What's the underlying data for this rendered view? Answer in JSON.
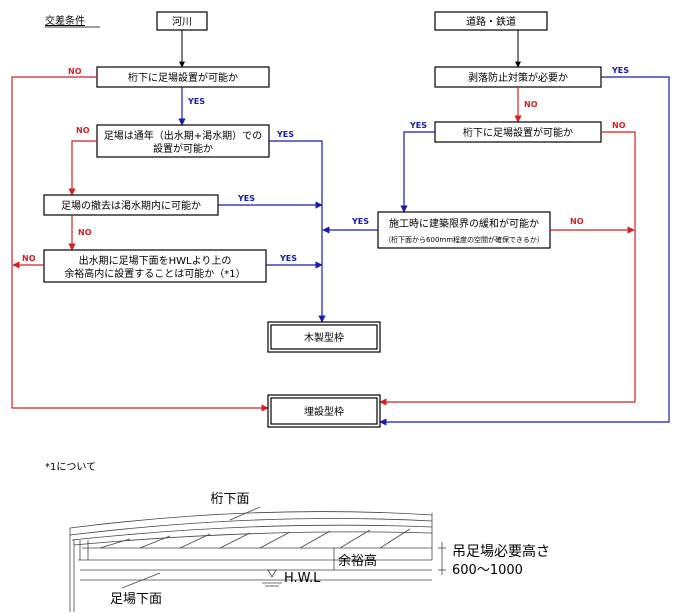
{
  "section_title": "交差条件",
  "start_river": "河川",
  "start_road": "道路・鉄道",
  "boxes": {
    "l1": "桁下に足場設置が可能か",
    "l2_line1": "足場は通年（出水期+渇水期）での",
    "l2_line2": "設置が可能か",
    "l3": "足場の撤去は渇水期内に可能か",
    "l4_line1": "出水期に足場下面をHWLより上の",
    "l4_line2": "余裕高内に設置することは可能か（*1）",
    "r1": "剥落防止対策が必要か",
    "r2": "桁下に足場設置が可能か",
    "r3_line1": "施工時に建築限界の緩和が可能か",
    "r3_line2": "（桁下面から600mm程度の空間が確保できるか）",
    "result_wood": "木製型枠",
    "result_buried": "埋設型枠"
  },
  "labels": {
    "yes": "YES",
    "no": "NO"
  },
  "note_title": "*1について",
  "diagram": {
    "girder_bottom": "桁下面",
    "freeboard": "余裕高",
    "hang_height_line1": "吊足場必要高さ",
    "hang_height_line2": "600～1000",
    "hwl": "H.W.L",
    "scaffold_bottom": "足場下面"
  },
  "colors": {
    "no_arrow": "#d42020",
    "yes_arrow": "#1a1aa8"
  }
}
